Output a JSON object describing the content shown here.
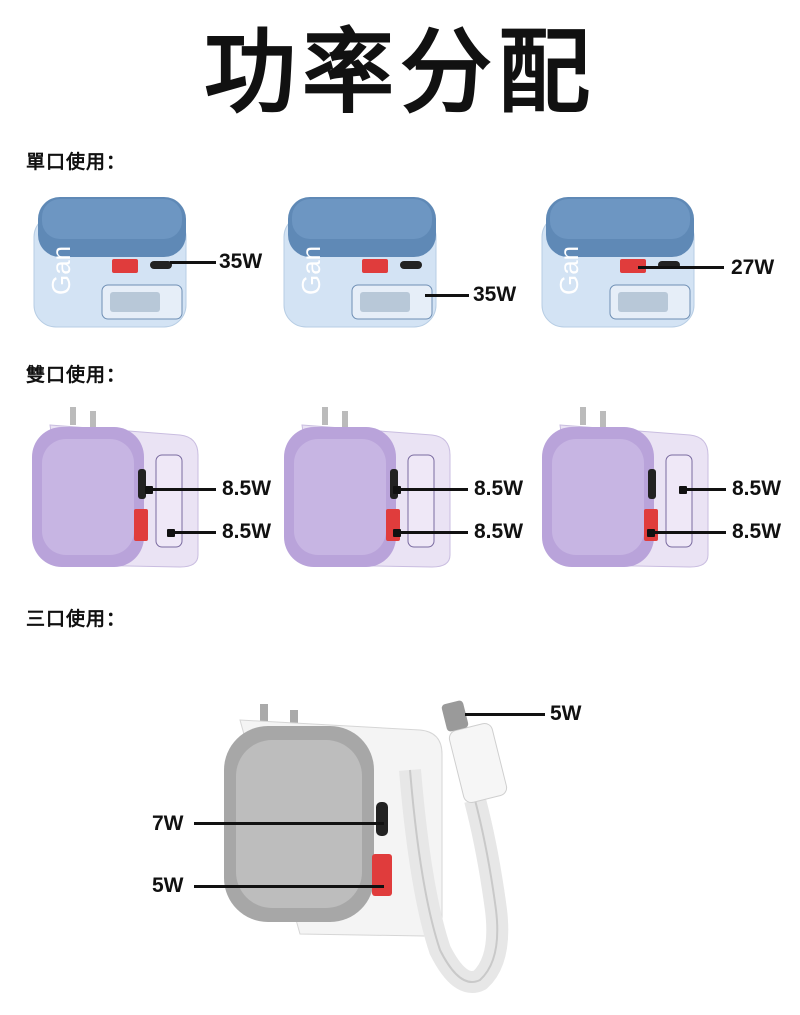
{
  "title": "功率分配",
  "sections": [
    {
      "label": "單口使用：",
      "variants": [
        {
          "callouts": [
            "35W"
          ]
        },
        {
          "callouts": [
            "35W"
          ]
        },
        {
          "callouts": [
            "27W"
          ]
        }
      ]
    },
    {
      "label": "雙口使用：",
      "variants": [
        {
          "callouts": [
            "8.5W",
            "8.5W"
          ]
        },
        {
          "callouts": [
            "8.5W",
            "8.5W"
          ]
        },
        {
          "callouts": [
            "8.5W",
            "8.5W"
          ]
        }
      ]
    },
    {
      "label": "三口使用：",
      "callouts": {
        "cable": "5W",
        "usb_c": "7W",
        "usb_a": "5W"
      }
    }
  ],
  "colors": {
    "blue_top": "#5d86b4",
    "blue_body": "#cfe0f2",
    "purple": "#b9a3da",
    "silver": "#a9a9a9",
    "port_red": "#e03c3c"
  }
}
